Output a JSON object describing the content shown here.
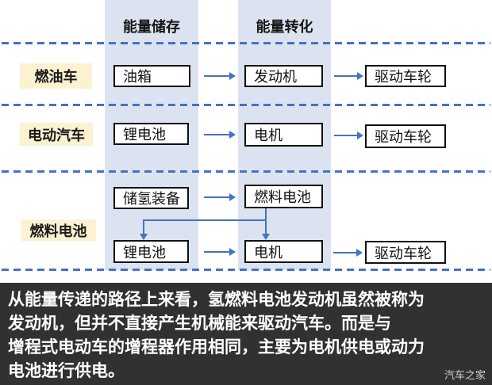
{
  "diagram": {
    "headers": {
      "storage": "能量储存",
      "conversion": "能量转化"
    },
    "row1": {
      "label": "燃油车",
      "storage": "油箱",
      "converter": "发动机",
      "wheels": "驱动车轮"
    },
    "row2": {
      "label": "电动汽车",
      "storage": "锂电池",
      "converter": "电机",
      "wheels": "驱动车轮"
    },
    "row3": {
      "label": "燃料电池",
      "hydrogen_storage": "储氢装备",
      "fuel_cell": "燃料电池",
      "battery": "锂电池",
      "motor": "电机",
      "wheels": "驱动车轮"
    },
    "colors": {
      "accent_blue": "#4472c4",
      "column_band": "#dce3f0",
      "label_yellow": "#fcf1d0",
      "box_border": "#111111",
      "banner_bg": "#313131"
    }
  },
  "caption": {
    "lines": [
      "从能量传递的路径上来看，氢燃料电池发动机虽然被称为",
      "发动机，但并不直接产生机械能来驱动汽车。而是与",
      "增程式电动车的增程器作用相同，主要为电机供电或动力",
      "电池进行供电。"
    ]
  },
  "watermark": "汽车之家"
}
